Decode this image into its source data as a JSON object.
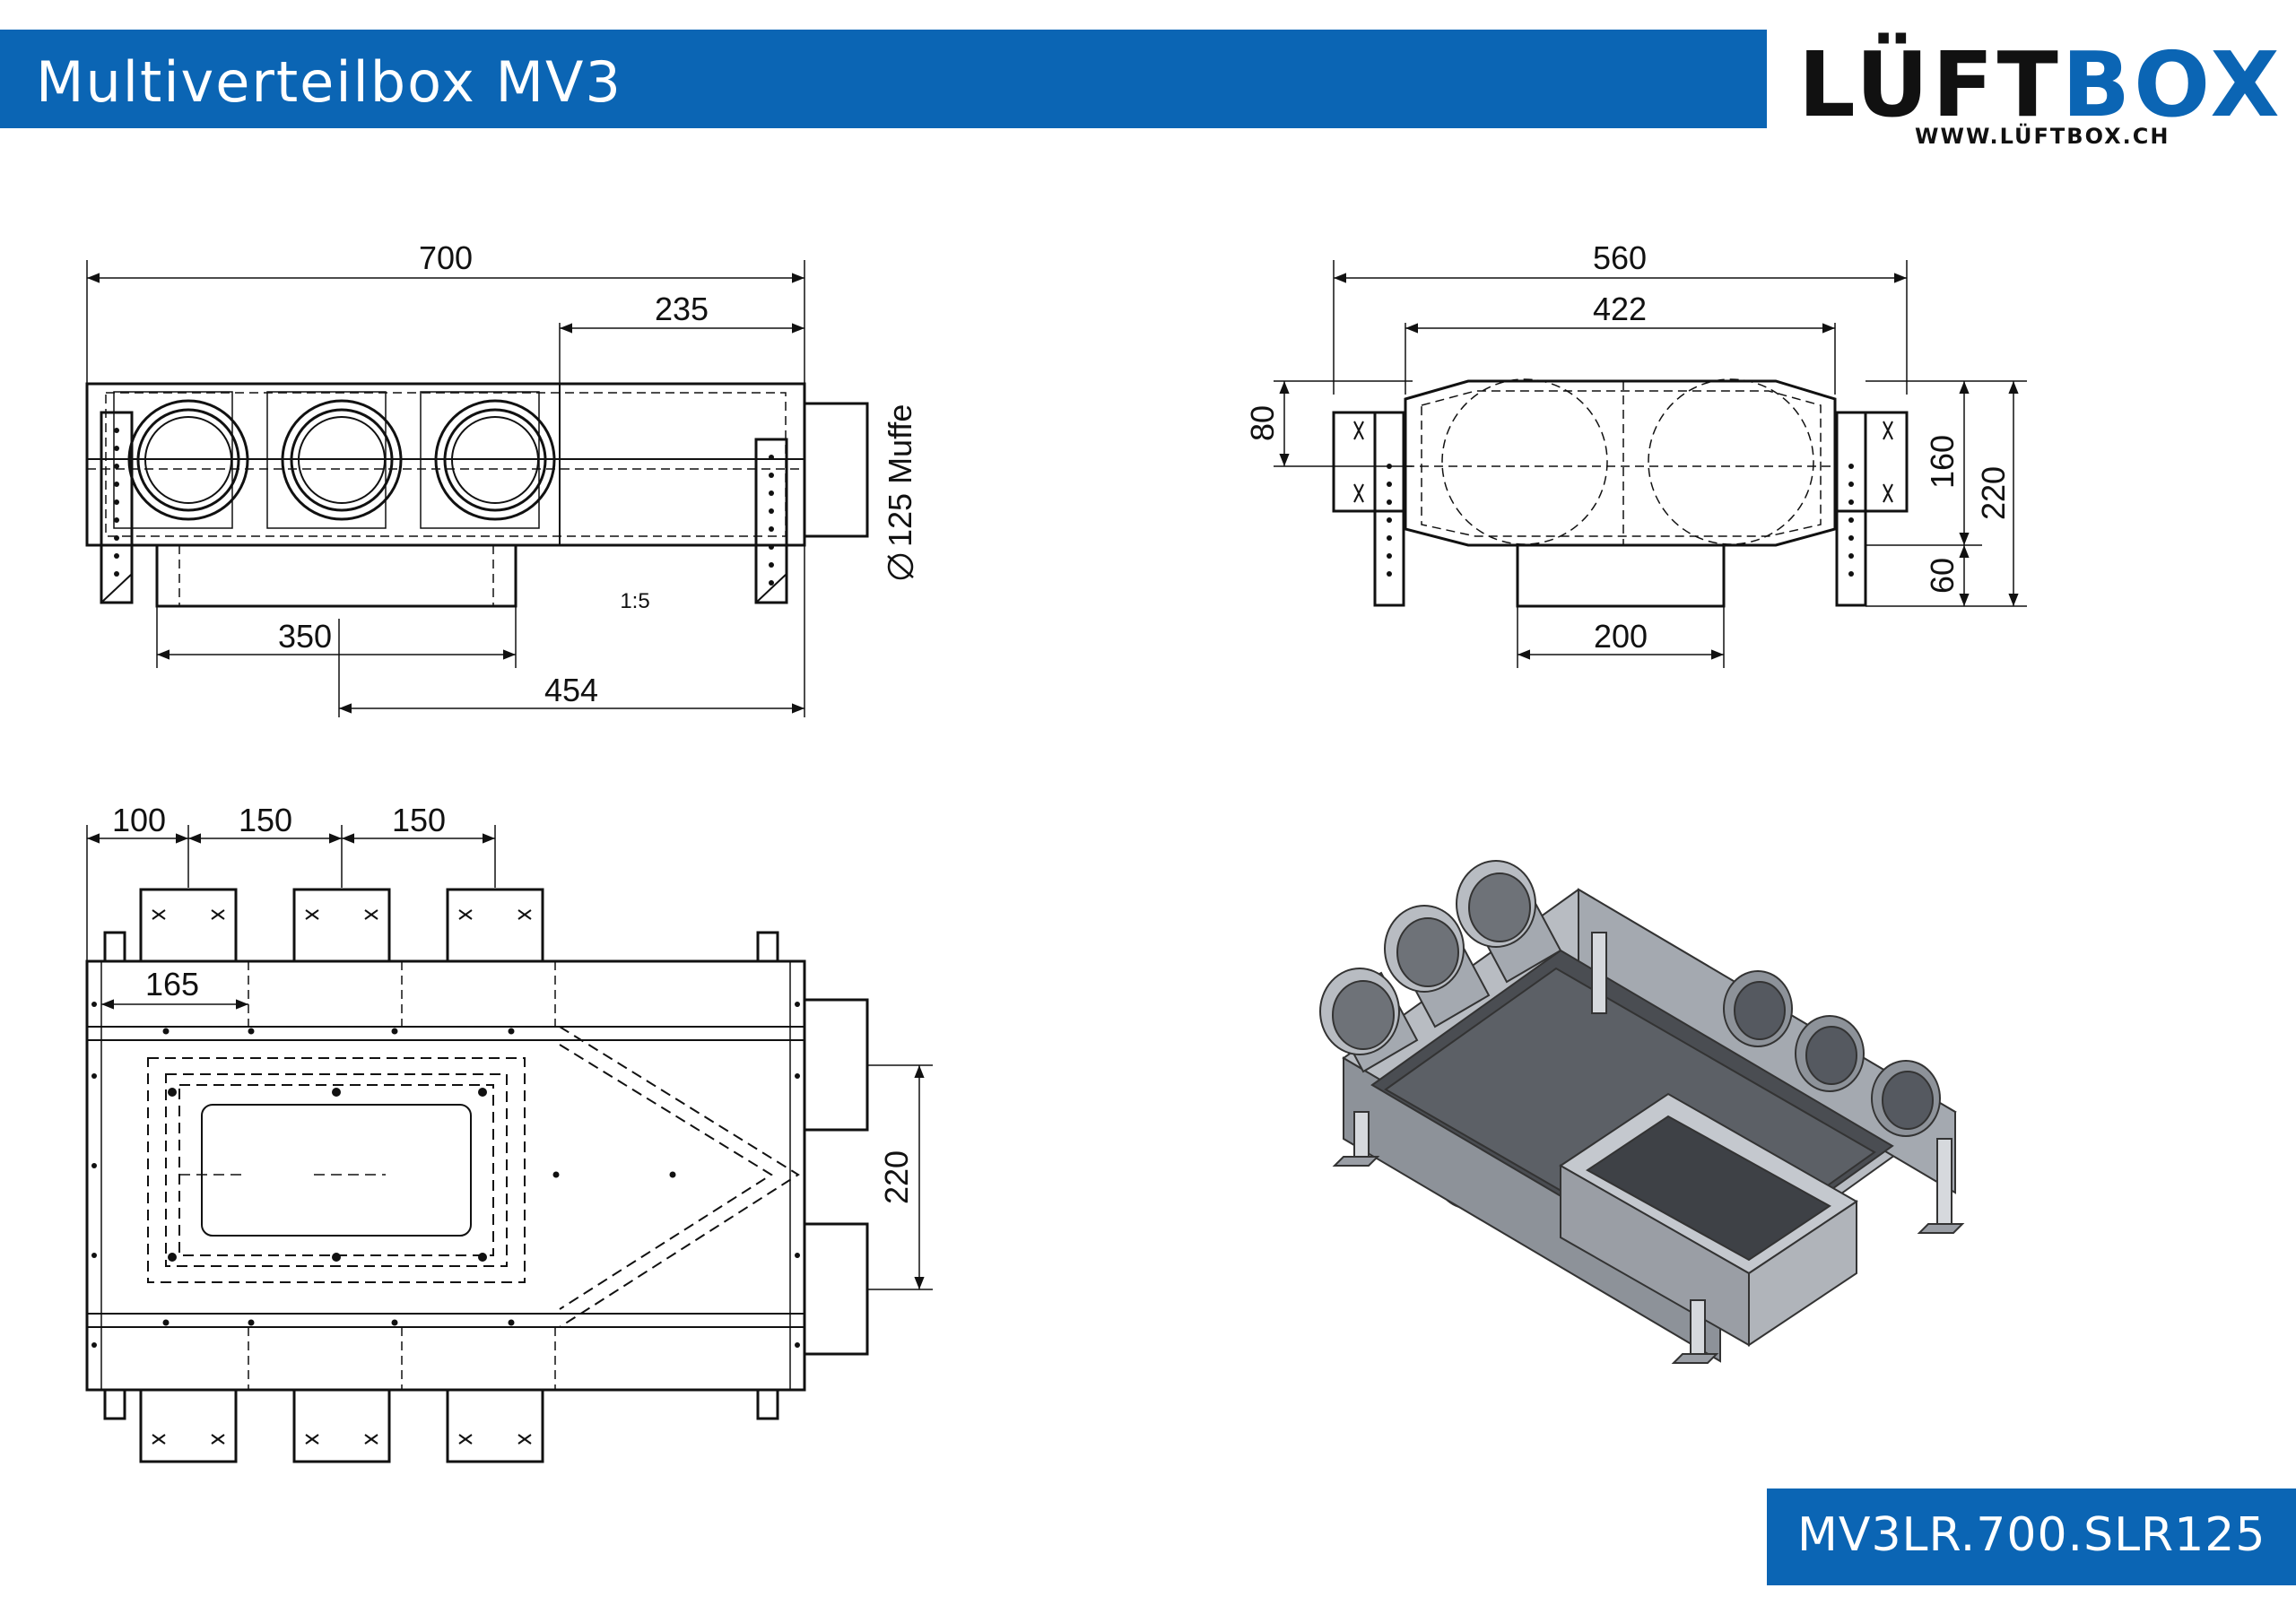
{
  "header": {
    "title": "Multiverteilbox MV3"
  },
  "brand": {
    "logo_dark": "LÜFT",
    "logo_blue": "BOX",
    "url": "WWW.LÜFTBOX.CH"
  },
  "product_code": "MV3LR.700.SLR125",
  "views": {
    "front": {
      "dim_length": "700",
      "dim_offset_right": "235",
      "dim_bottom_a": "350",
      "dim_bottom_b": "454",
      "scale": "1:5",
      "pipe_label": "125 Muffe"
    },
    "side": {
      "dim_total_width": "560",
      "dim_body_width": "422",
      "dim_top_height": "80",
      "dim_body_height": "160",
      "dim_total_height": "220",
      "dim_bottom_height": "60",
      "dim_bottom_width": "200"
    },
    "top": {
      "dim_first": "100",
      "dim_pitch_1": "150",
      "dim_pitch_2": "150",
      "dim_inner": "165",
      "dim_outlet_spacing": "220"
    }
  },
  "colors": {
    "brand_blue": "#0b65b4",
    "line": "#111111",
    "iso_light": "#b8bcc2",
    "iso_mid": "#8d9299",
    "iso_dark": "#4a4d52"
  }
}
